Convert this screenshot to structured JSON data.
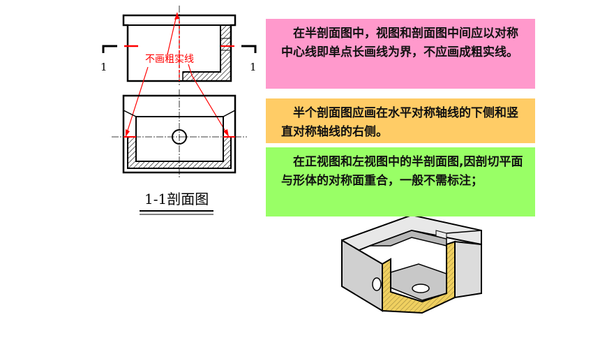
{
  "drawing": {
    "annotation_label": "不画粗实线",
    "section_marker_left": "1",
    "section_marker_right": "1",
    "section_title": "1-1剖面图"
  },
  "notes": {
    "note1": "在半剖面图中，视图和剖面图中间应以对称中心线即单点长画线为界，不应画成粗实线。",
    "note2": "半个剖面图应画在水平对称轴线的下侧和竖直对称轴线的右侧。",
    "note3": "在正视图和左视图中的半剖面图,因剖切平面与形体的对称面重合，一般不需标注；"
  },
  "colors": {
    "pink": "#ff99cc",
    "orange": "#ffcc66",
    "green": "#99ff66",
    "annotation_red": "#ff0000",
    "hatch_yellow": "#f0d060"
  }
}
